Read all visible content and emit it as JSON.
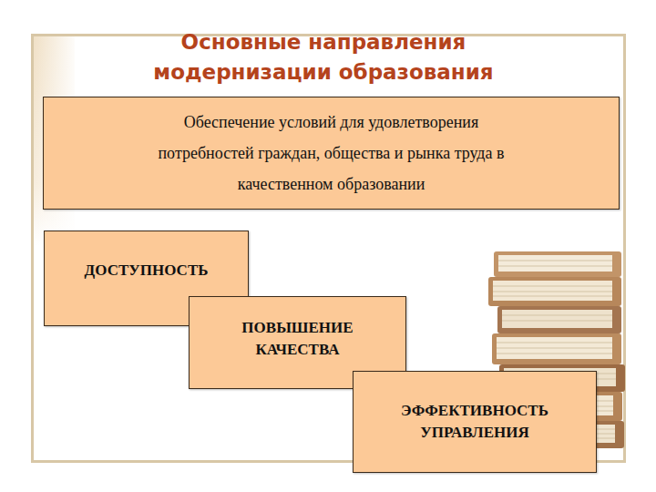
{
  "diagram": {
    "title": "Основные направления модернизации образования",
    "nodes": [
      {
        "text": [
          "Обеспечение условий для удовлетворения потребностей граждан, общества и рынка труда в качественном образовании"
        ]
      },
      {
        "text": [
          "ДОСТУПНОСТЬ"
        ]
      },
      {
        "text": [
          "ПОВЫШЕНИЕ КАЧЕСТВА"
        ]
      },
      {
        "text": [
          "ЭФФЕКТИВНОСТЬ УПРАВЛЕНИЯ"
        ]
      }
    ]
  }
}
